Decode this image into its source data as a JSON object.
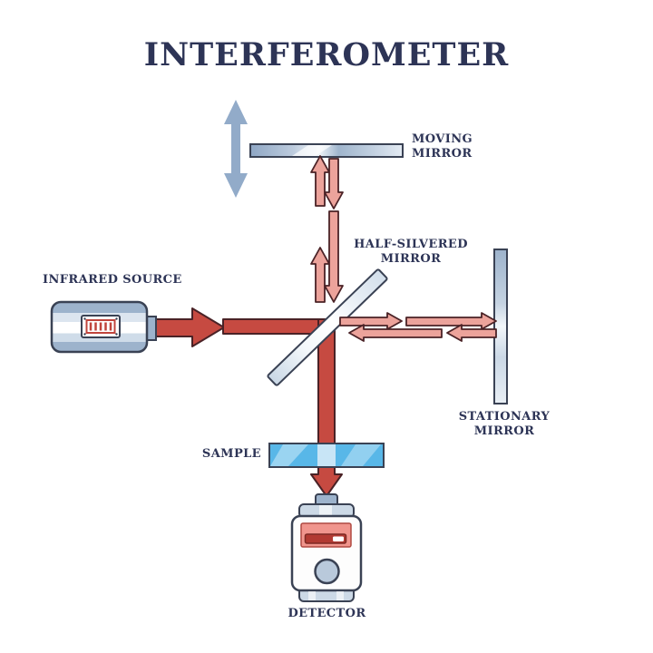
{
  "title": "INTERFEROMETER",
  "labels": {
    "infrared_source": "INFRARED SOURCE",
    "moving_mirror": [
      "MOVING",
      "MIRROR"
    ],
    "half_silvered_mirror": [
      "HALF-SILVERED",
      "MIRROR"
    ],
    "stationary_mirror": [
      "STATIONARY",
      "MIRROR"
    ],
    "sample": "SAMPLE",
    "detector": "DETECTOR"
  },
  "colors": {
    "text_navy": "#2d3456",
    "outline_dark": "#3a4254",
    "motion_arrow_blue": "#92abc9",
    "mirror_steel": "#9db3cc",
    "mirror_light": "#e8eef5",
    "beam_red": "#c64a41",
    "beam_outline": "#4a2226",
    "return_beam_salmon": "#eca39b",
    "sample_blue": "#58b7e8",
    "detector_panel_salmon": "#f0958d",
    "detector_bar_red": "#b23a32",
    "cap_blue": "#ccd9e6",
    "body_white": "#fdfdfd"
  }
}
